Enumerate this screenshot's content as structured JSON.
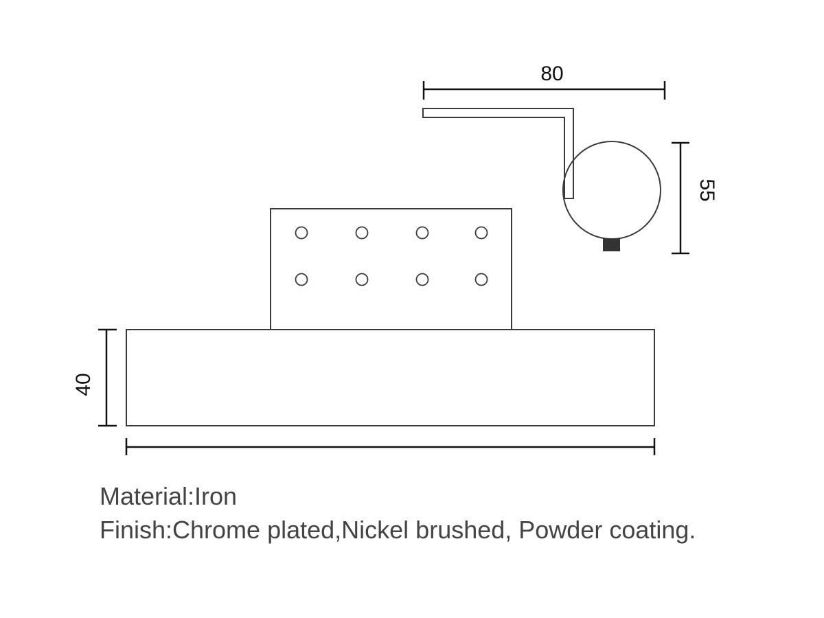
{
  "dimensions": {
    "arm_width": "80",
    "head_height": "55",
    "base_height": "40"
  },
  "specs": {
    "material": "Material:Iron",
    "finish": "Finish:Chrome plated,Nickel brushed, Powder coating."
  },
  "colors": {
    "outline": "#3a3a3a",
    "dimension_lines": "#111111",
    "text": "#444444",
    "background": "#ffffff"
  }
}
